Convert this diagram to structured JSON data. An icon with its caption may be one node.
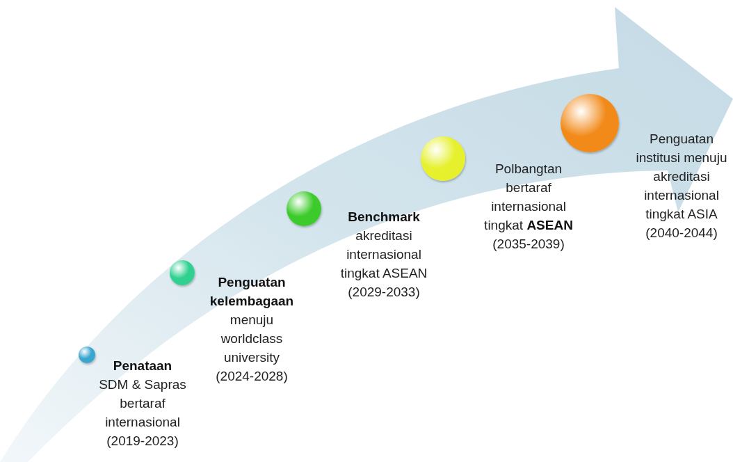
{
  "diagram": {
    "nodes": [
      {
        "text": [],
        "shape": "circle",
        "beside": [
          "**Penataan** SDM & Sapras bertaraf internasional (2019-2023)"
        ]
      },
      {
        "text": [],
        "shape": "circle",
        "beside": [
          "**Penguatan kelembagaan** menuju worldclass university (2024-2028)"
        ]
      },
      {
        "text": [],
        "shape": "circle",
        "beside": [
          "**Benchmark** akreditasi internasional tingkat ASEAN (2029-2033)"
        ]
      },
      {
        "text": [],
        "shape": "circle",
        "beside": [
          "Polbangtan bertaraf internasional tingkat **ASEAN** (2035-2039)"
        ]
      },
      {
        "text": [],
        "shape": "circle",
        "beside": [
          "Penguatan institusi menuju akreditasi internasional tingkat ASIA (2040-2044)"
        ]
      }
    ]
  }
}
